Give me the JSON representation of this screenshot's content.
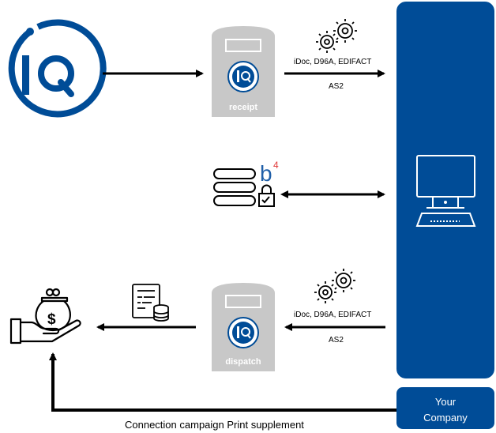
{
  "receipt": {
    "label": "receipt",
    "formats": "iDoc, D96A, EDIFACT",
    "protocol": "AS2"
  },
  "dispatch": {
    "label": "dispatch",
    "formats": "iDoc, D96A, EDIFACT",
    "protocol": "AS2"
  },
  "b4": {
    "letter": "b",
    "superscript": "4"
  },
  "company": {
    "line1": "Your",
    "line2": "Company"
  },
  "bottom_connection": {
    "label": "Connection campaign Print supplement"
  },
  "colors": {
    "brand_blue": "#004c97",
    "server_gray": "#c8c8c8",
    "arrow": "#000000",
    "b4_blue": "#1f5fa8",
    "b4_red": "#e03a3a"
  },
  "icons": [
    "iq-logo-icon",
    "gears-icon",
    "server-icon",
    "database-icon",
    "lock-icon",
    "monitor-icon",
    "money-bag-hand-icon",
    "document-coins-icon"
  ]
}
